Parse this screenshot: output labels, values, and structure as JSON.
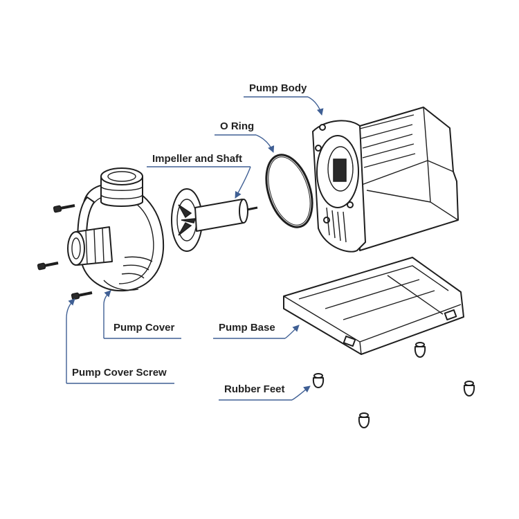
{
  "labels": {
    "pump_body": "Pump Body",
    "o_ring": "O Ring",
    "impeller_and_shaft": "Impeller and Shaft",
    "pump_cover": "Pump Cover",
    "pump_base": "Pump Base",
    "pump_cover_screw": "Pump Cover Screw",
    "rubber_feet": "Rubber Feet"
  },
  "colors": {
    "label_text": "#222222",
    "leader_line": "#3f5f94",
    "outline": "#1e1e1e",
    "background": "#ffffff"
  }
}
